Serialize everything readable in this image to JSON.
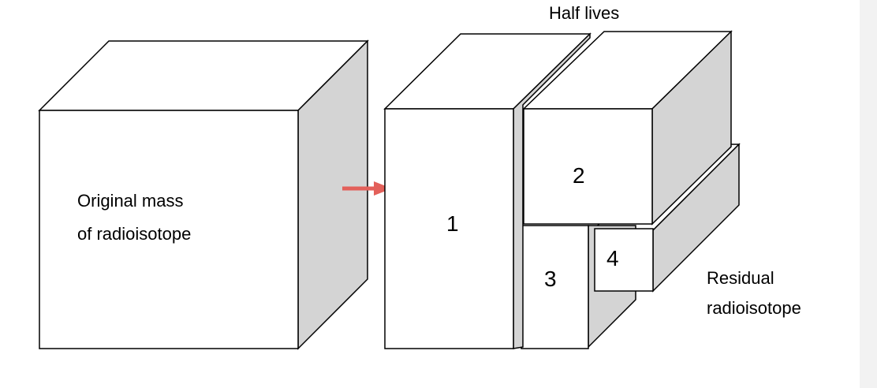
{
  "labels": {
    "original_mass_line1": "Original mass",
    "original_mass_line2": "of radioisotope",
    "half_lives": "Half lives",
    "residual_line1": "Residual",
    "residual_line2": "radioisotope"
  },
  "pieces": {
    "piece_1": "1",
    "piece_2": "2",
    "piece_3": "3",
    "piece_4": "4"
  },
  "colors": {
    "face": "#ffffff",
    "side": "#d4d4d4",
    "stroke": "#000000",
    "arrow": "#e3605a",
    "right_strip": "#f2f2f2"
  }
}
